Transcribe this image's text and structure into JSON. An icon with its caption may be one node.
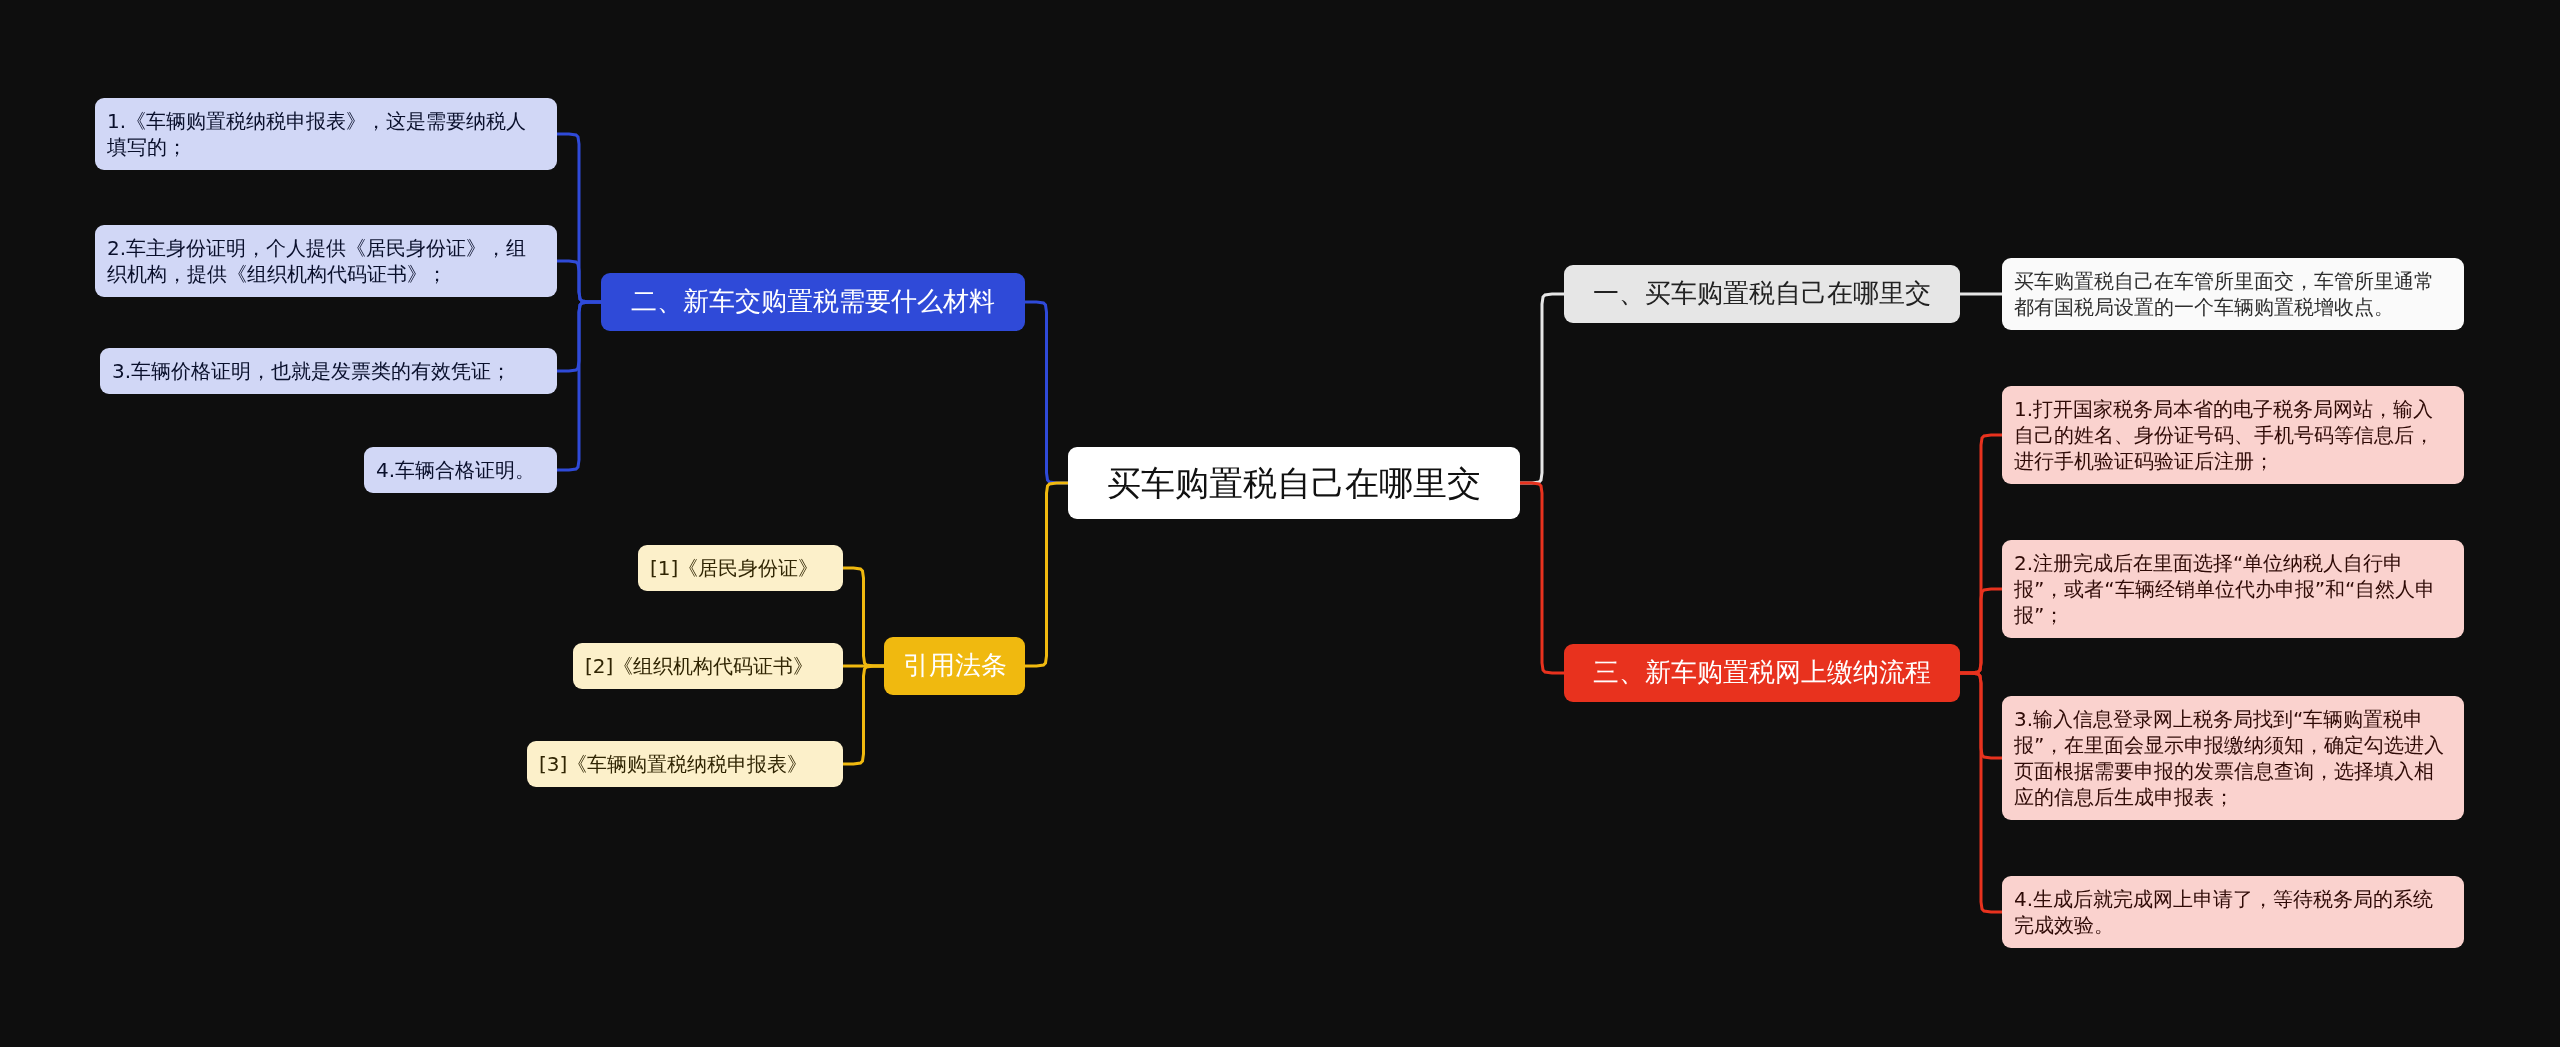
{
  "diagram": {
    "nodes": [
      {
        "text": [
          "买车购置税自己在哪里交"
        ]
      },
      {
        "text": [
          "一、买车购置税自己在哪里交"
        ]
      },
      {
        "text": [
          "买车购置税自己在车管所里面交，车管所里通常都有国税局设置的一个车辆购置税增收点。"
        ]
      },
      {
        "text": [
          "三、新车购置税网上缴纳流程"
        ]
      },
      {
        "text": [
          "1.打开国家税务局本省的电子税务局网站，输入自己的姓名、身份证号码、手机号码等信息后，进行手机验证码验证后注册；"
        ]
      },
      {
        "text": [
          "2.注册完成后在里面选择“单位纳税人自行申报”，或者“车辆经销单位代办申报”和“自然人申报”；"
        ]
      },
      {
        "text": [
          "3.输入信息登录网上税务局找到“车辆购置税申报”，在里面会显示申报缴纳须知，确定勾选进入页面根据需要申报的发票信息查询，选择填入相应的信息后生成申报表；"
        ]
      },
      {
        "text": [
          "4.生成后就完成网上申请了，等待税务局的系统完成效验。"
        ]
      },
      {
        "text": [
          "二、新车交购置税需要什么材料"
        ]
      },
      {
        "text": [
          "1.《车辆购置税纳税申报表》，这是需要纳税人填写的；"
        ]
      },
      {
        "text": [
          "2.车主身份证明，个人提供《居民身份证》，组织机构，提供《组织机构代码证书》；"
        ]
      },
      {
        "text": [
          "3.车辆价格证明，也就是发票类的有效凭证；"
        ]
      },
      {
        "text": [
          "4.车辆合格证明。"
        ]
      },
      {
        "text": [
          "引用法条"
        ]
      },
      {
        "text": [
          "[1]《居民身份证》"
        ]
      },
      {
        "text": [
          "[2]《组织机构代码证书》"
        ]
      },
      {
        "text": [
          "[3]《车辆购置税纳税申报表》"
        ]
      }
    ],
    "edges": [
      {
        "from": 0,
        "to": 1,
        "arrow": "none",
        "color": "#e6e6e6"
      },
      {
        "from": 1,
        "to": 2,
        "arrow": "none",
        "color": "#e6e6e6"
      },
      {
        "from": 0,
        "to": 3,
        "arrow": "none",
        "color": "#e8321e"
      },
      {
        "from": 3,
        "to": 4,
        "arrow": "none",
        "color": "#e8321e"
      },
      {
        "from": 3,
        "to": 5,
        "arrow": "none",
        "color": "#e8321e"
      },
      {
        "from": 3,
        "to": 6,
        "arrow": "none",
        "color": "#e8321e"
      },
      {
        "from": 3,
        "to": 7,
        "arrow": "none",
        "color": "#e8321e"
      },
      {
        "from": 0,
        "to": 8,
        "arrow": "none",
        "color": "#2f4ad8"
      },
      {
        "from": 8,
        "to": 9,
        "arrow": "none",
        "color": "#2f4ad8"
      },
      {
        "from": 8,
        "to": 10,
        "arrow": "none",
        "color": "#2f4ad8"
      },
      {
        "from": 8,
        "to": 11,
        "arrow": "none",
        "color": "#2f4ad8"
      },
      {
        "from": 8,
        "to": 12,
        "arrow": "none",
        "color": "#2f4ad8"
      },
      {
        "from": 0,
        "to": 13,
        "arrow": "none",
        "color": "#f0b90f"
      },
      {
        "from": 13,
        "to": 14,
        "arrow": "none",
        "color": "#f0b90f"
      },
      {
        "from": 13,
        "to": 15,
        "arrow": "none",
        "color": "#f0b90f"
      },
      {
        "from": 13,
        "to": 16,
        "arrow": "none",
        "color": "#f0b90f"
      }
    ]
  }
}
